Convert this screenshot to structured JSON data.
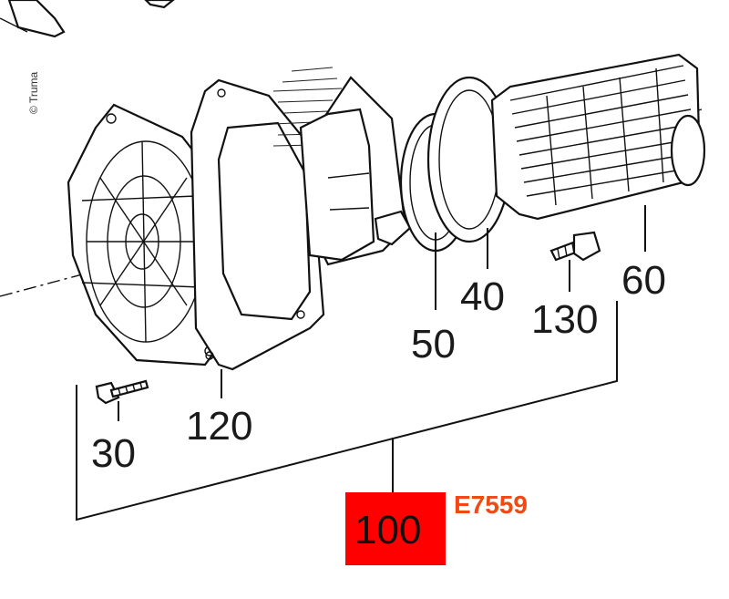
{
  "copyright": "© Truma",
  "article_code": "E7559",
  "assembly_label": "100",
  "labels": {
    "p30": "30",
    "p120": "120",
    "p50": "50",
    "p40": "40",
    "p130": "130",
    "p60": "60"
  },
  "colors": {
    "box": "#ff0000",
    "code": "#f04a14",
    "line": "#111111"
  }
}
